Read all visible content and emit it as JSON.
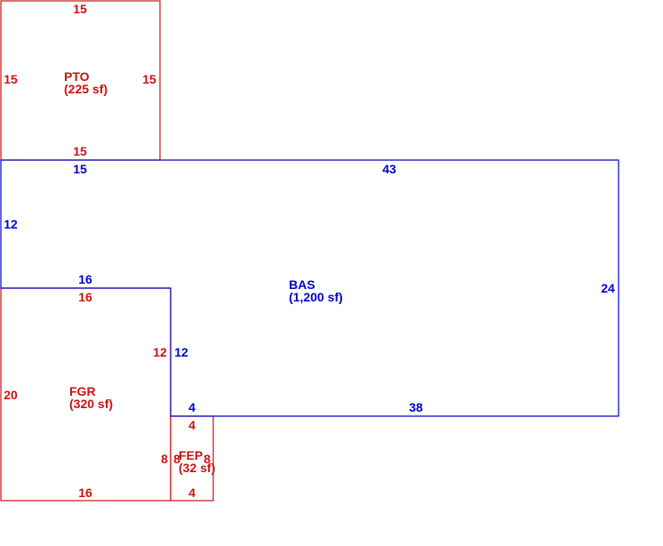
{
  "colors": {
    "red": "#cc1111",
    "blue": "#0000cc"
  },
  "areas": {
    "pto": {
      "code": "PTO",
      "area": "(225 sf)",
      "top": "15",
      "left": "15",
      "right": "15",
      "bottom": "15"
    },
    "bas": {
      "code": "BAS",
      "area": "(1,200 sf)",
      "top_a": "15",
      "top_b": "43",
      "left": "12",
      "right": "24",
      "inner_top": "16",
      "inner_right": "12",
      "step": "4",
      "bottom": "38"
    },
    "fgr": {
      "code": "FGR",
      "area": "(320 sf)",
      "top": "16",
      "left": "20",
      "right": "12",
      "bottom": "16"
    },
    "fep": {
      "code": "FEP",
      "area": "(32 sf)",
      "top": "4",
      "left": "8",
      "right": "8",
      "left2": "8",
      "bottom": "4"
    }
  }
}
